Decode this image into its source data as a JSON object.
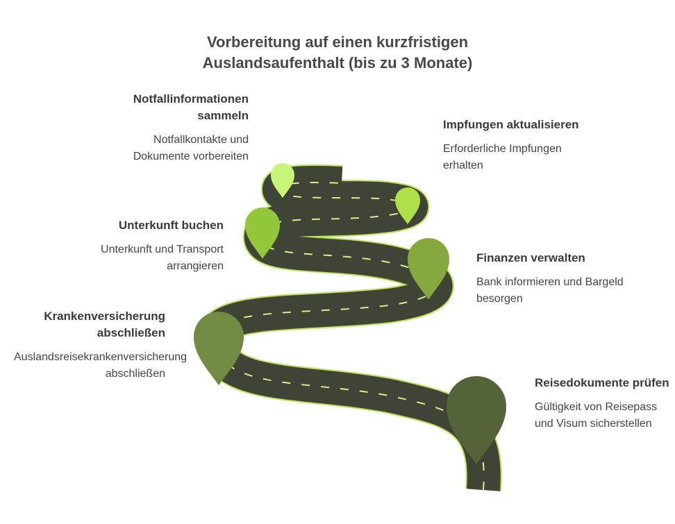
{
  "title": {
    "line1": "Vorbereitung auf einen kurzfristigen",
    "line2": "Auslandsaufenthalt (bis zu 3 Monate)"
  },
  "steps": [
    {
      "heading": "Notfallinformationen sammeln",
      "description": "Notfallkontakte und Dokumente vorbereiten",
      "color": "#c8f47a"
    },
    {
      "heading": "Impfungen aktualisieren",
      "description": "Erforderliche Impfungen erhalten",
      "color": "#aee04a"
    },
    {
      "heading": "Unterkunft buchen",
      "description": "Unterkunft und Transport arrangieren",
      "color": "#93c73a"
    },
    {
      "heading": "Finanzen verwalten",
      "description": "Bank informieren und Bargeld besorgen",
      "color": "#86a93d"
    },
    {
      "heading": "Krankenversicherung abschließen",
      "description": "Auslandsreisekrankenversicherung abschließen",
      "color": "#728b42"
    },
    {
      "heading": "Reisedokumente prüfen",
      "description": "Gültigkeit von Reisepass und Visum sicherstellen",
      "color": "#556338"
    }
  ],
  "road": {
    "asphalt": "#3f4436",
    "edge": "#b8e25a",
    "dash": "#d7ef8a"
  }
}
